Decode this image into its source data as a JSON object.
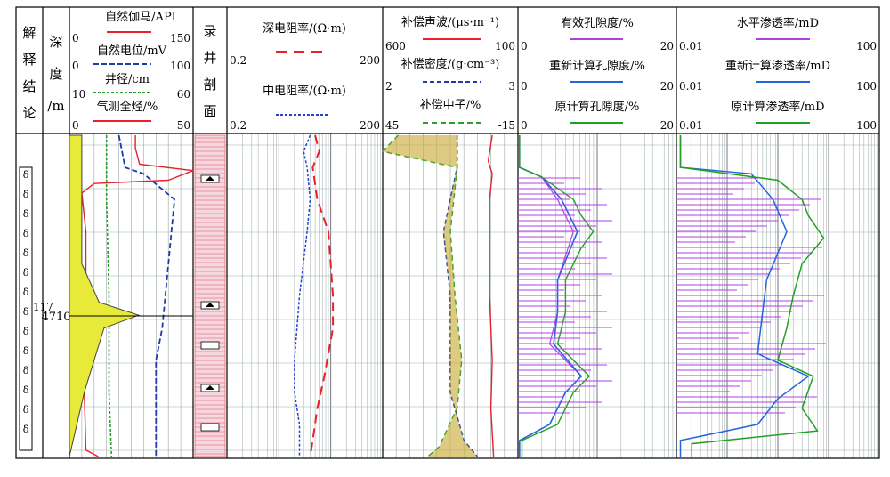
{
  "columns": {
    "interp": {
      "chars": [
        "解",
        "释",
        "结",
        "论"
      ]
    },
    "depth": {
      "chars": [
        "深",
        "度",
        "/m"
      ]
    },
    "lith": {
      "chars": [
        "录",
        "井",
        "剖",
        "面"
      ]
    }
  },
  "curves": {
    "gr": {
      "label": "自然伽马/API",
      "min": "0",
      "max": "150",
      "color": "#e8202a"
    },
    "sp": {
      "label": "自然电位/mV",
      "min": "0",
      "max": "100",
      "color": "#1f3aa8"
    },
    "cal": {
      "label": "井径/cm",
      "min": "10",
      "max": "60",
      "color": "#28a028"
    },
    "tg": {
      "label": "气测全烃/%",
      "min": "0",
      "max": "50",
      "color": "#e8202a"
    },
    "rd": {
      "label": "深电阻率/(Ω·m)",
      "min": "0.2",
      "max": "200",
      "color": "#e8202a"
    },
    "rm": {
      "label": "中电阻率/(Ω·m)",
      "min": "0.2",
      "max": "200",
      "color": "#2244cc"
    },
    "ac": {
      "label": "补偿声波/(μs·m⁻¹)",
      "min": "600",
      "max": "100",
      "color": "#e8202a"
    },
    "den": {
      "label": "补偿密度/(g·cm⁻³)",
      "min": "2",
      "max": "3",
      "color": "#1f3aa8"
    },
    "cnl": {
      "label": "补偿中子/%",
      "min": "45",
      "max": "-15",
      "color": "#28a028"
    },
    "por_eff": {
      "label": "有效孔隙度/%",
      "min": "0",
      "max": "20",
      "color": "#b040e0"
    },
    "por_re": {
      "label": "重新计算孔隙度/%",
      "min": "0",
      "max": "20",
      "color": "#2266dd"
    },
    "por_orig": {
      "label": "原计算孔隙度/%",
      "min": "0",
      "max": "20",
      "color": "#22a022"
    },
    "perm_h": {
      "label": "水平渗透率/mD",
      "min": "0.01",
      "max": "100",
      "color": "#b040e0"
    },
    "perm_re": {
      "label": "重新计算渗透率/mD",
      "min": "0.01",
      "max": "100",
      "color": "#2266dd"
    },
    "perm_orig": {
      "label": "原计算渗透率/mD",
      "min": "0.01",
      "max": "100",
      "color": "#22a022"
    }
  },
  "layer_no": "117",
  "depth_label": "4710",
  "interp_symbol": "δ",
  "chart_data": {
    "type": "line",
    "title": "",
    "depth_marker": 4710,
    "series": [
      {
        "name": "自然伽马/API",
        "track": "t1",
        "min": 0,
        "max": 150,
        "points": [
          [
            0,
            80
          ],
          [
            0.04,
            80
          ],
          [
            0.09,
            85
          ],
          [
            0.11,
            150
          ],
          [
            0.14,
            120
          ],
          [
            0.15,
            30
          ],
          [
            0.18,
            15
          ],
          [
            0.3,
            20
          ],
          [
            0.5,
            20
          ],
          [
            0.8,
            18
          ],
          [
            0.98,
            20
          ],
          [
            1,
            35
          ]
        ]
      },
      {
        "name": "自然电位/mV",
        "track": "t1",
        "min": 0,
        "max": 100,
        "points": [
          [
            0,
            40
          ],
          [
            0.1,
            45
          ],
          [
            0.12,
            60
          ],
          [
            0.2,
            85
          ],
          [
            0.4,
            80
          ],
          [
            0.6,
            75
          ],
          [
            0.7,
            70
          ],
          [
            1,
            70
          ]
        ]
      },
      {
        "name": "井径/cm",
        "track": "t1",
        "min": 10,
        "max": 60,
        "points": [
          [
            0,
            25
          ],
          [
            0.2,
            25
          ],
          [
            0.5,
            26
          ],
          [
            0.8,
            26
          ],
          [
            1,
            27
          ]
        ]
      },
      {
        "name": "气测全烃/%",
        "track": "t1",
        "min": 0,
        "max": 50,
        "points": [
          [
            0,
            5
          ],
          [
            0.2,
            5
          ],
          [
            0.4,
            5
          ],
          [
            0.52,
            12
          ],
          [
            0.56,
            28
          ],
          [
            0.6,
            14
          ],
          [
            0.8,
            6
          ],
          [
            1,
            0
          ]
        ]
      },
      {
        "name": "深电阻率/(Ω·m)",
        "track": "t2",
        "log": true,
        "min": 0.2,
        "max": 200,
        "points": [
          [
            0,
            10
          ],
          [
            0.05,
            12
          ],
          [
            0.1,
            9
          ],
          [
            0.2,
            11
          ],
          [
            0.3,
            18
          ],
          [
            0.5,
            22
          ],
          [
            0.6,
            22
          ],
          [
            0.75,
            15
          ],
          [
            0.85,
            11
          ],
          [
            0.95,
            9
          ],
          [
            1,
            8
          ]
        ]
      },
      {
        "name": "中电阻率/(Ω·m)",
        "track": "t2",
        "log": true,
        "min": 0.2,
        "max": 200,
        "points": [
          [
            0,
            8
          ],
          [
            0.05,
            6
          ],
          [
            0.1,
            7
          ],
          [
            0.2,
            8
          ],
          [
            0.3,
            7
          ],
          [
            0.5,
            5
          ],
          [
            0.7,
            4
          ],
          [
            0.8,
            4
          ],
          [
            0.9,
            5
          ],
          [
            1,
            5
          ]
        ]
      },
      {
        "name": "补偿声波/(μs·m⁻¹)",
        "track": "t3",
        "min": 600,
        "max": 100,
        "points": [
          [
            0,
            195
          ],
          [
            0.08,
            210
          ],
          [
            0.12,
            195
          ],
          [
            0.2,
            205
          ],
          [
            0.5,
            205
          ],
          [
            0.7,
            195
          ],
          [
            0.85,
            200
          ],
          [
            1,
            190
          ]
        ]
      },
      {
        "name": "补偿密度/(g·cm⁻³)",
        "track": "t3",
        "min": 2,
        "max": 3,
        "points": [
          [
            0,
            2.55
          ],
          [
            0.1,
            2.55
          ],
          [
            0.2,
            2.5
          ],
          [
            0.3,
            2.45
          ],
          [
            0.5,
            2.5
          ],
          [
            0.6,
            2.5
          ],
          [
            0.8,
            2.5
          ],
          [
            0.95,
            2.6
          ],
          [
            1,
            2.7
          ]
        ]
      },
      {
        "name": "补偿中子/%",
        "track": "t3",
        "min": 45,
        "max": -15,
        "points": [
          [
            0,
            38
          ],
          [
            0.05,
            45
          ],
          [
            0.1,
            12
          ],
          [
            0.3,
            15
          ],
          [
            0.5,
            13
          ],
          [
            0.7,
            10
          ],
          [
            0.85,
            12
          ],
          [
            0.97,
            20
          ],
          [
            1,
            25
          ]
        ]
      },
      {
        "name": "有效孔隙度/%",
        "track": "t4",
        "min": 0,
        "max": 20,
        "points": [
          [
            0,
            0.2
          ],
          [
            0.1,
            0.2
          ],
          [
            0.13,
            3
          ],
          [
            0.2,
            5
          ],
          [
            0.3,
            7
          ],
          [
            0.45,
            5
          ],
          [
            0.55,
            5
          ],
          [
            0.65,
            4
          ],
          [
            0.75,
            8
          ],
          [
            0.8,
            6
          ],
          [
            0.9,
            4
          ],
          [
            0.95,
            0.2
          ],
          [
            1,
            0.2
          ]
        ]
      },
      {
        "name": "重新计算孔隙度/%",
        "track": "t4",
        "min": 0,
        "max": 20,
        "points": [
          [
            0,
            0.2
          ],
          [
            0.1,
            0.2
          ],
          [
            0.13,
            3
          ],
          [
            0.2,
            5.5
          ],
          [
            0.3,
            7.5
          ],
          [
            0.45,
            5
          ],
          [
            0.55,
            5
          ],
          [
            0.65,
            4.5
          ],
          [
            0.75,
            8
          ],
          [
            0.8,
            6
          ],
          [
            0.9,
            4
          ],
          [
            0.95,
            0.2
          ],
          [
            1,
            0.2
          ]
        ]
      },
      {
        "name": "原计算孔隙度/%",
        "track": "t4",
        "min": 0,
        "max": 20,
        "points": [
          [
            0,
            0.2
          ],
          [
            0.1,
            0.2
          ],
          [
            0.13,
            3
          ],
          [
            0.2,
            7
          ],
          [
            0.25,
            8
          ],
          [
            0.3,
            9.5
          ],
          [
            0.35,
            8
          ],
          [
            0.45,
            6
          ],
          [
            0.55,
            6
          ],
          [
            0.65,
            5
          ],
          [
            0.75,
            9
          ],
          [
            0.8,
            7
          ],
          [
            0.9,
            5
          ],
          [
            0.95,
            0.5
          ],
          [
            1,
            0.5
          ]
        ]
      }
    ]
  }
}
